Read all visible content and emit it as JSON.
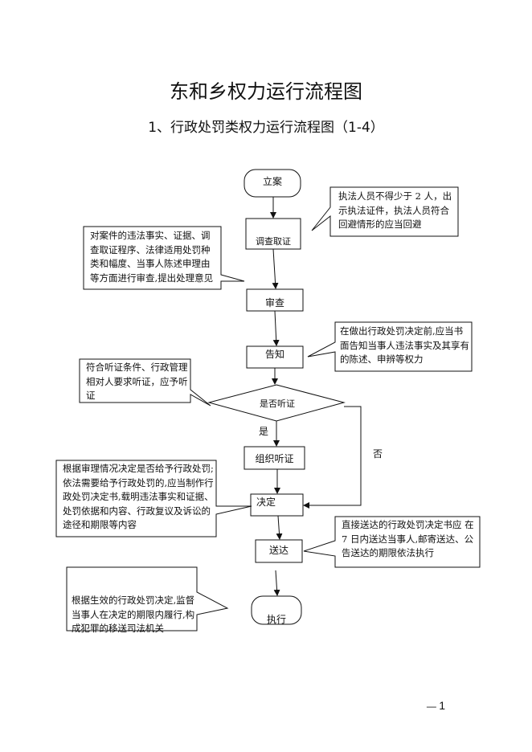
{
  "document": {
    "title": "东和乡权力运行流程图",
    "subtitle": "1、行政处罚类权力运行流程图（1-4）",
    "page_number": "1"
  },
  "flow": {
    "start": "立案",
    "investigate": "调查取证",
    "review": "审查",
    "notify": "告知",
    "decision_hearing": "是否听证",
    "yes_label": "是",
    "no_label": "否",
    "hearing": "组织听证",
    "decide": "决定",
    "deliver": "送达",
    "execute": "执行"
  },
  "callouts": {
    "investigate_note": "执法人员不得少于 2 人，出示执法证件，执法人员符合回避情形的应当回避",
    "review_note": "对案件的违法事实、证据、调查取证程序、法律适用处罚种类和幅度、当事人陈述申理由等方面进行审查,提出处理意见",
    "notify_note": "在做出行政处罚决定前,应当书面告知当事人违法事实及其享有的陈述、申辨等权力",
    "hearing_note": "符合听证条件、行政管理相对人要求听证，应予听证",
    "decide_note": "根据审理情况决定是否给予行政处罚;依法需要给予行政处罚的,应当制作行政处罚决定书,载明违法事实和证据、处罚依据和内容、行政复议及诉讼的途径和期限等内容",
    "deliver_note": "直接送达的行政处罚决定书应 在 7 日内送达当事人,邮寄送达、公告送达的期限依法执行",
    "execute_note": "根据生效的行政处罚决定,监督当事人在决定的期限内履行,构成犯罪的移送司法机关"
  }
}
